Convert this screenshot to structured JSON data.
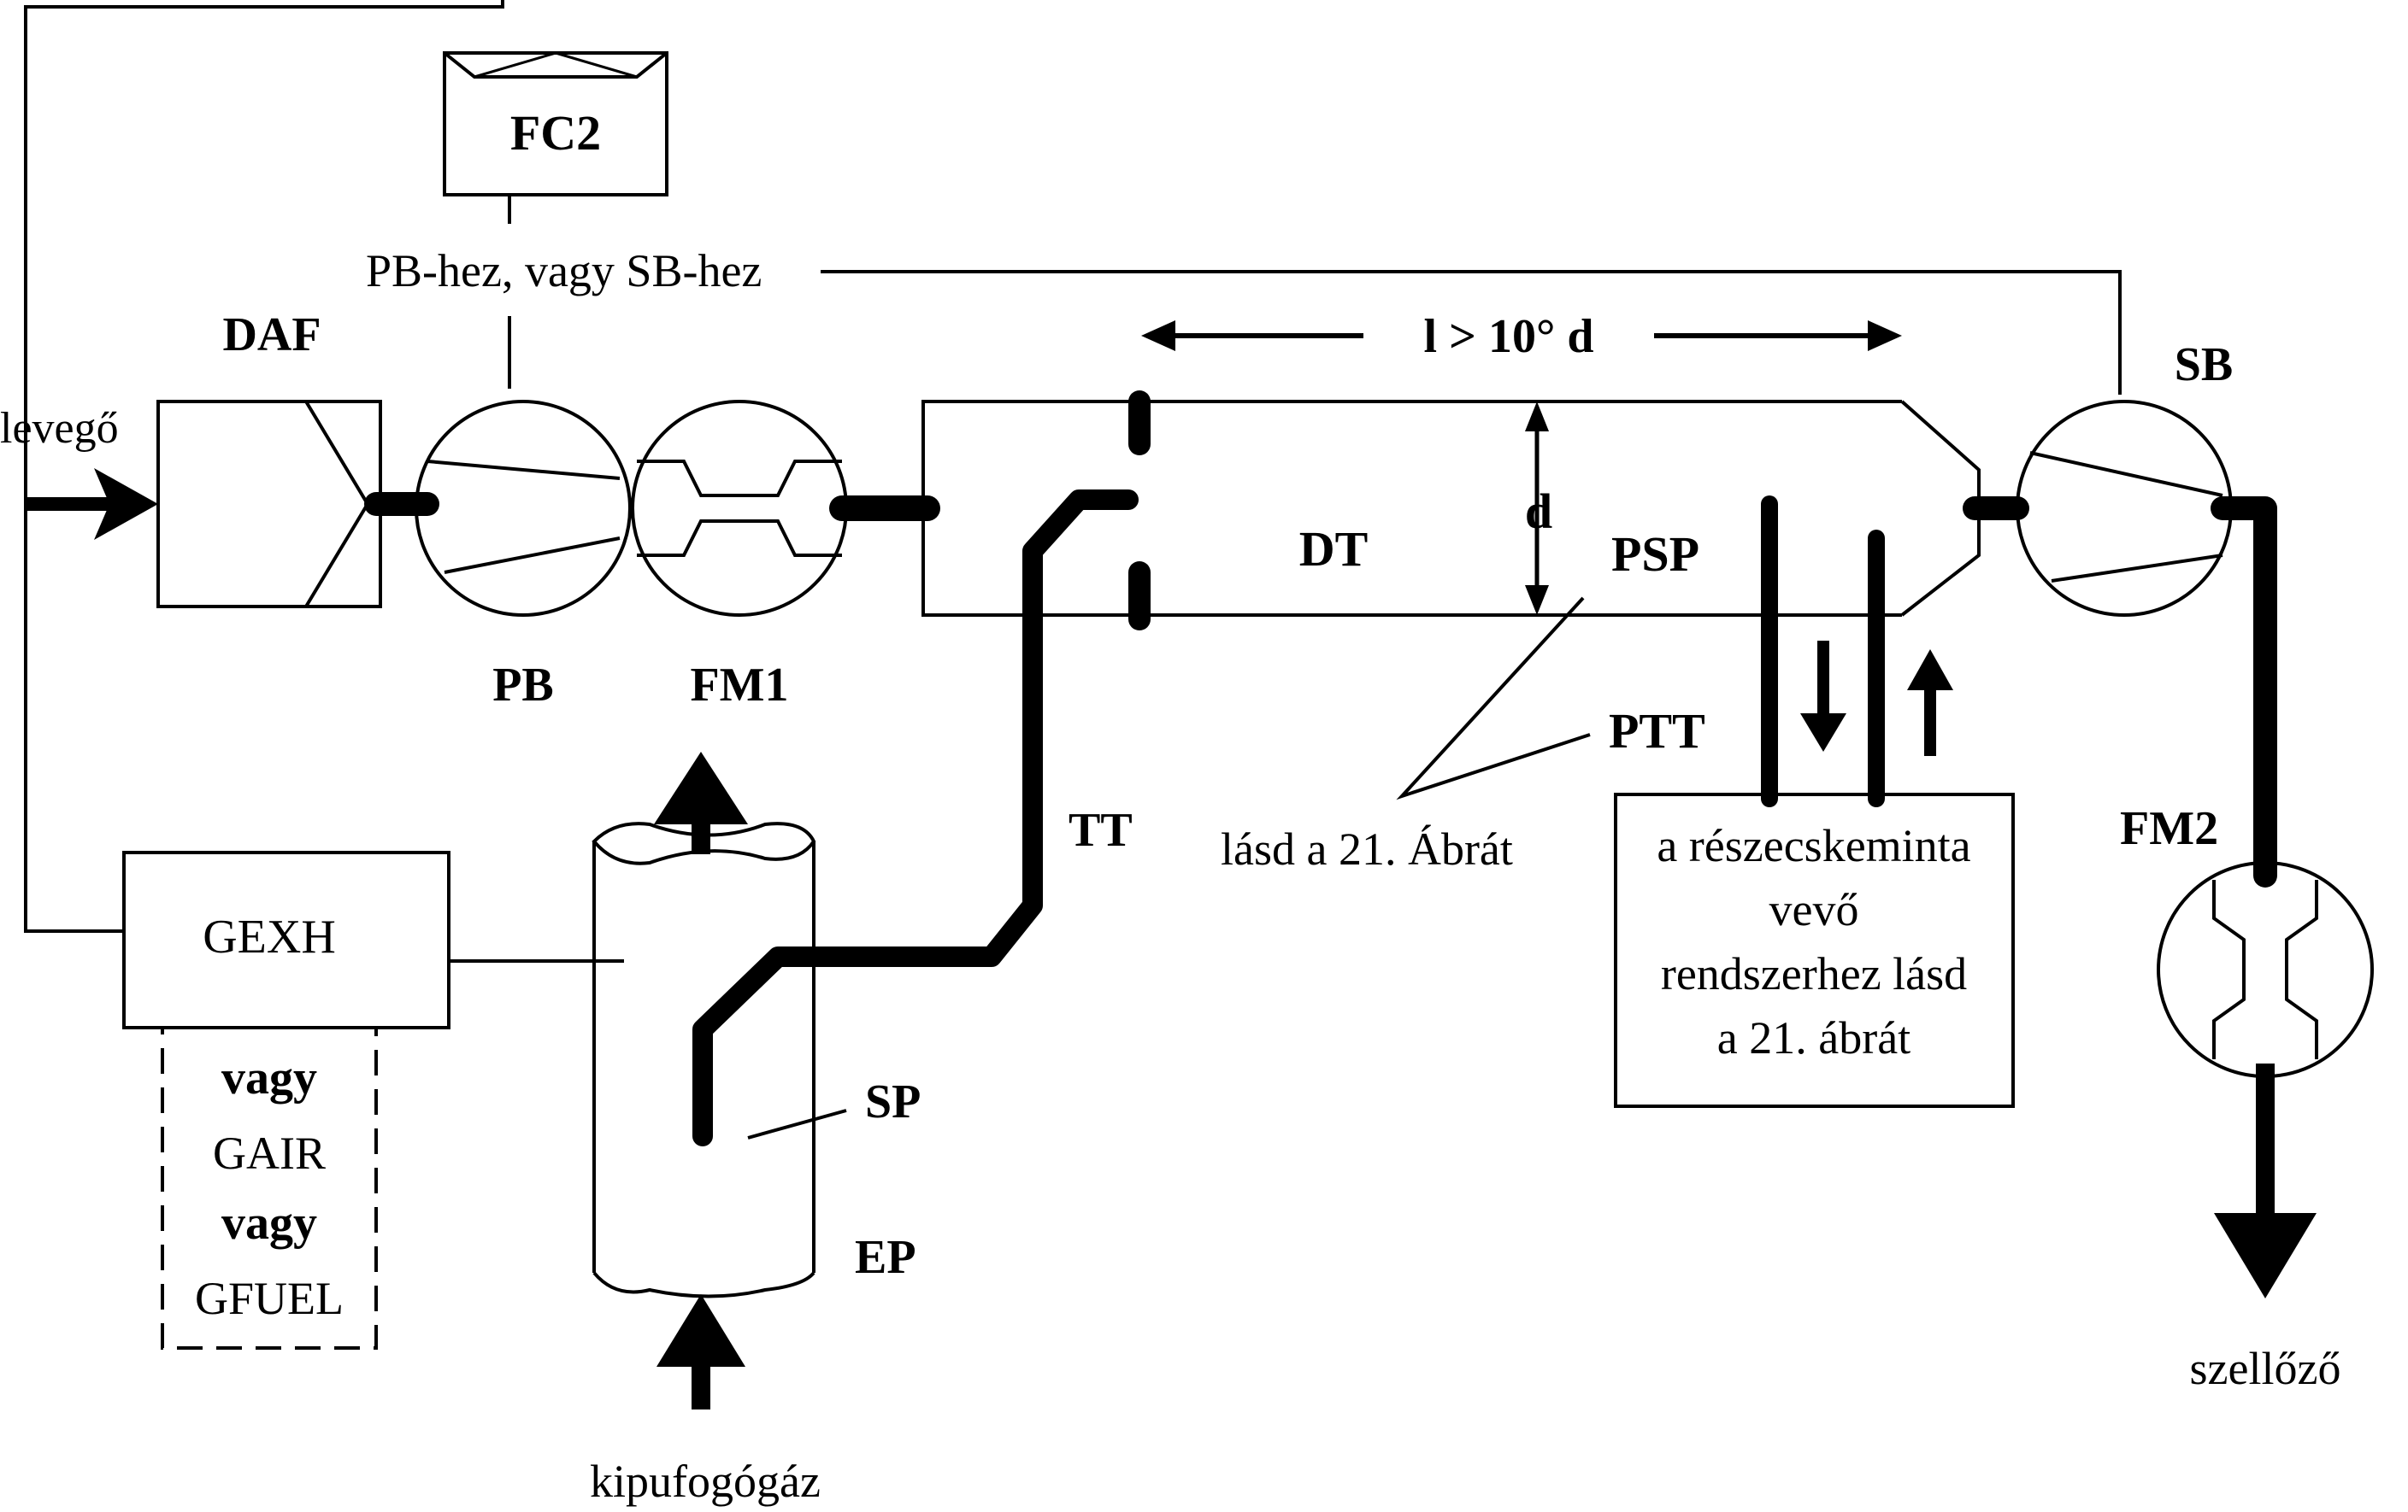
{
  "labels": {
    "fc2": "FC2",
    "pb_or_sb": "PB-hez, vagy SB-hez",
    "daf": "DAF",
    "air": "levegő",
    "pb": "PB",
    "fm1": "FM1",
    "length": "l > 10° d",
    "d": "d",
    "dt": "DT",
    "psp": "PSP",
    "ptt": "PTT",
    "see_fig": "lásd a 21. Ábrát",
    "sb": "SB",
    "tt": "TT",
    "gexh": "GEXH",
    "or1": "vagy",
    "gair": "GAIR",
    "or2": "vagy",
    "gfuel": "GFUEL",
    "sp": "SP",
    "ep": "EP",
    "exhaust": "kipufogógáz",
    "sampler_1": "a részecskeminta",
    "sampler_2": "vevő",
    "sampler_3": "rendszerhez lásd",
    "sampler_4": "a 21. ábrát",
    "fm2": "FM2",
    "vent": "szellőző"
  }
}
